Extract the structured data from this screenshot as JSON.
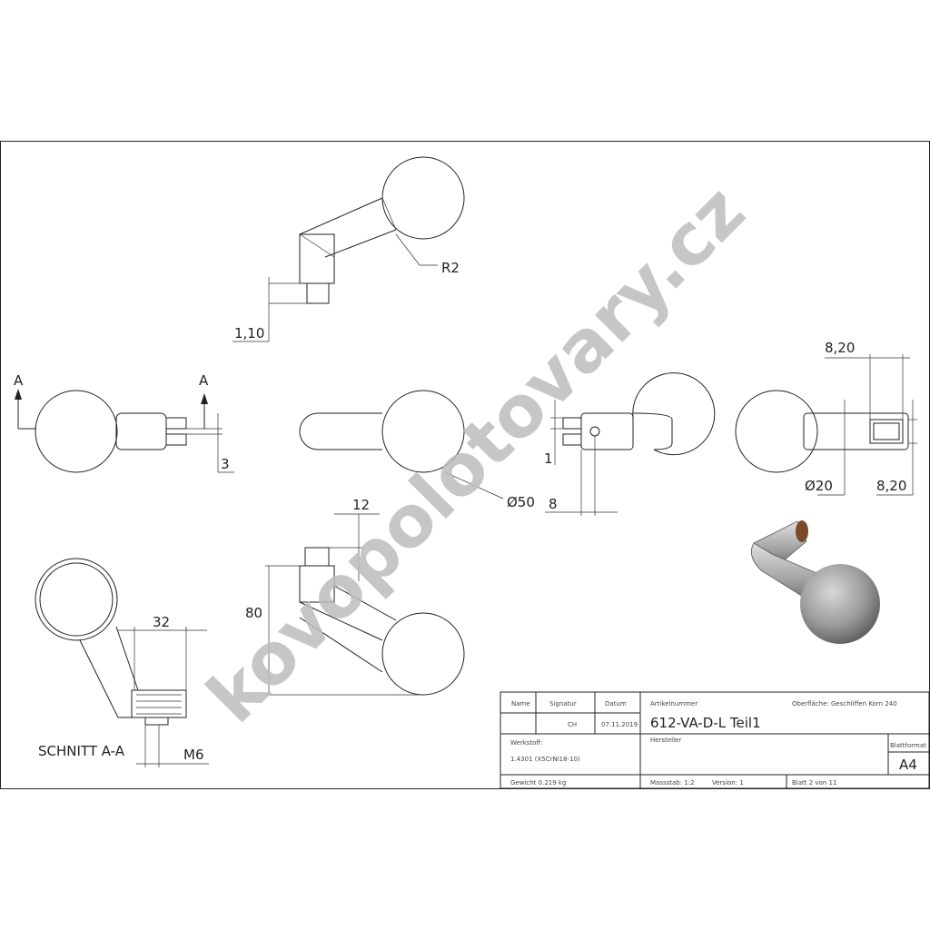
{
  "watermark": "kovopolotovary.cz",
  "dimensions": {
    "r2": "R2",
    "d110": "1,10",
    "section_a_left": "A",
    "section_a_right": "A",
    "d3": "3",
    "d1": "1",
    "d820_top": "8,20",
    "d820_bottom": "8,20",
    "dia20": "Ø20",
    "dia50": "Ø50",
    "d8": "8",
    "d12": "12",
    "d80": "80",
    "d32": "32",
    "m6": "M6",
    "section_label": "SCHNITT A-A"
  },
  "title_block": {
    "name_label": "Name",
    "signatur_label": "Signatur",
    "datum_label": "Datum",
    "signatur": "CH",
    "datum": "07.11.2019",
    "artikelnummer_label": "Artikelnummer",
    "artikelnummer": "612-VA-D-L Teil1",
    "oberflaeche": "Oberfläche:  Geschliffen Korn 240",
    "werkstoff_label": "Werkstoff:",
    "werkstoff": "1.4301 (X5CrNi18-10)",
    "hersteller_label": "Hersteller",
    "blattformat_label": "Blattformat",
    "blattformat": "A4",
    "gewicht": "Gewicht 0.219 kg",
    "massstab": "Massstab: 1:2",
    "version": "Version: 1",
    "blatt": "Blatt 2 von 11"
  }
}
